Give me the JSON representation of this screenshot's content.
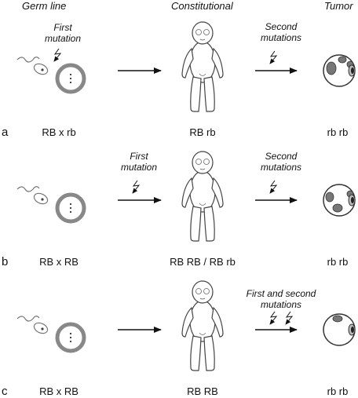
{
  "headers": {
    "germ_line": "Germ line",
    "constitutional": "Constitutional",
    "tumor": "Tumor"
  },
  "rows": [
    {
      "letter": "a",
      "germ_genotype": "RB x rb",
      "const_genotype": "RB rb",
      "tumor_genotype": "rb rb",
      "germ_mutation_label": [
        "First",
        "mutation"
      ],
      "middle_mutation_label": [],
      "tumor_mutation_label": [
        "Second",
        "mutations"
      ]
    },
    {
      "letter": "b",
      "germ_genotype": "RB x RB",
      "const_genotype": "RB RB / RB rb",
      "tumor_genotype": "rb rb",
      "germ_mutation_label": [],
      "middle_mutation_label": [
        "First",
        "mutation"
      ],
      "tumor_mutation_label": [
        "Second",
        "mutations"
      ]
    },
    {
      "letter": "c",
      "germ_genotype": "RB x RB",
      "const_genotype": "RB RB",
      "tumor_genotype": "rb rb",
      "germ_mutation_label": [],
      "middle_mutation_label": [],
      "tumor_mutation_label": [
        "First and second",
        "mutations"
      ]
    }
  ]
}
